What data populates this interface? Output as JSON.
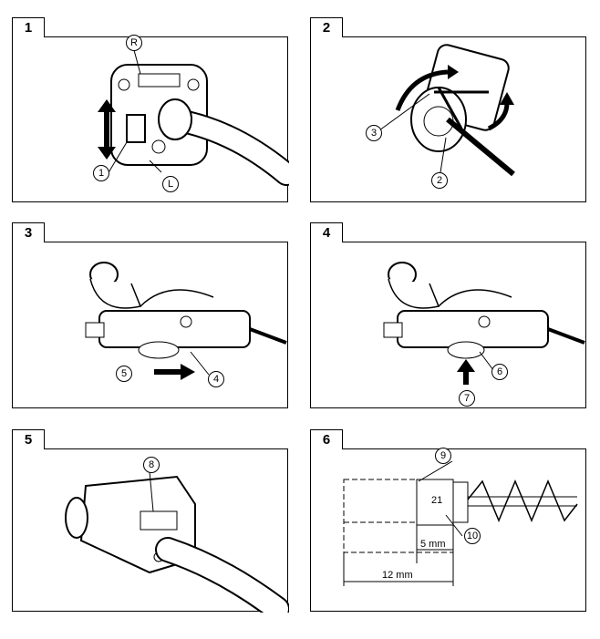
{
  "figures": [
    {
      "number": "1"
    },
    {
      "number": "2"
    },
    {
      "number": "3"
    },
    {
      "number": "4"
    },
    {
      "number": "5"
    },
    {
      "number": "6"
    }
  ],
  "callouts": {
    "c1": "1",
    "c2": "2",
    "c3": "3",
    "c4": "4",
    "c5": "5",
    "c6": "6",
    "c7": "7",
    "c8": "8",
    "c9": "9",
    "c10": "10"
  },
  "switch_marks": {
    "reverse": "R",
    "left": "L"
  },
  "fig6": {
    "angle": "21",
    "dim_small": "5 mm",
    "dim_large": "12 mm"
  }
}
